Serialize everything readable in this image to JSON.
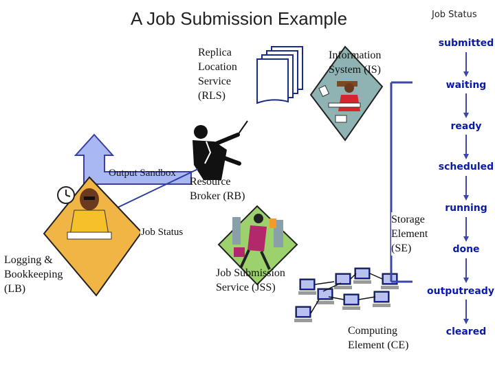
{
  "title": "A Job Submission Example",
  "labels": {
    "rls": [
      "Replica",
      "Location",
      "Service",
      "(RLS)"
    ],
    "is": [
      "Information",
      "System (IS)"
    ],
    "output_sandbox": "Output Sandbox",
    "rb": [
      "Resource",
      "Broker (RB)"
    ],
    "job_status_mid": "Job Status",
    "lb": [
      "Logging &",
      "Bookkeeping",
      "(LB)"
    ],
    "jss": [
      "Job Submission",
      "Service (JSS)"
    ],
    "se": [
      "Storage",
      "Element",
      "(SE)"
    ],
    "ce": [
      "Computing",
      "Element (CE)"
    ]
  },
  "job_status": {
    "heading": "Job Status",
    "states": [
      "submitted",
      "waiting",
      "ready",
      "scheduled",
      "running",
      "done",
      "outputready",
      "cleared"
    ]
  },
  "colors": {
    "state_text": "#0a1aa8",
    "state_fill": "#ffffff",
    "status_arrow": "#3b46a6",
    "sandbox_arrow_fill": "#a9b8f2",
    "sandbox_arrow_stroke": "#3a3fa0",
    "is_diamond_fill": "#8fb2b2",
    "jss_diamond_fill": "#9cd16e",
    "lb_diamond_fill": "#f0b545"
  }
}
